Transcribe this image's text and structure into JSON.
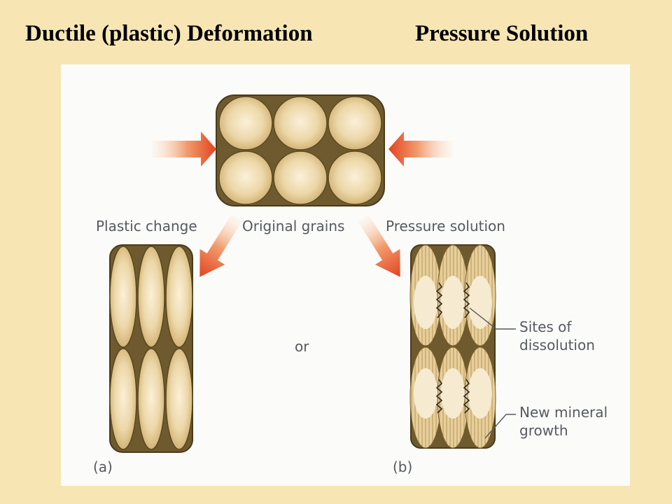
{
  "slide": {
    "title_left": "Ductile (plastic) Deformation",
    "title_right": "Pressure Solution"
  },
  "figure": {
    "labels": {
      "plastic_change": "Plastic change",
      "original_grains": "Original grains",
      "pressure_solution": "Pressure solution",
      "or": "or",
      "sites_line1": "Sites of",
      "sites_line2": "dissolution",
      "growth_line1": "New mineral",
      "growth_line2": "growth",
      "panel_a": "(a)",
      "panel_b": "(b)"
    },
    "colors": {
      "slide_background": "#f7e6b4",
      "matrix": "#6e5a2e",
      "grain": "#e9d3a3",
      "arrow": "#e8502c"
    }
  }
}
